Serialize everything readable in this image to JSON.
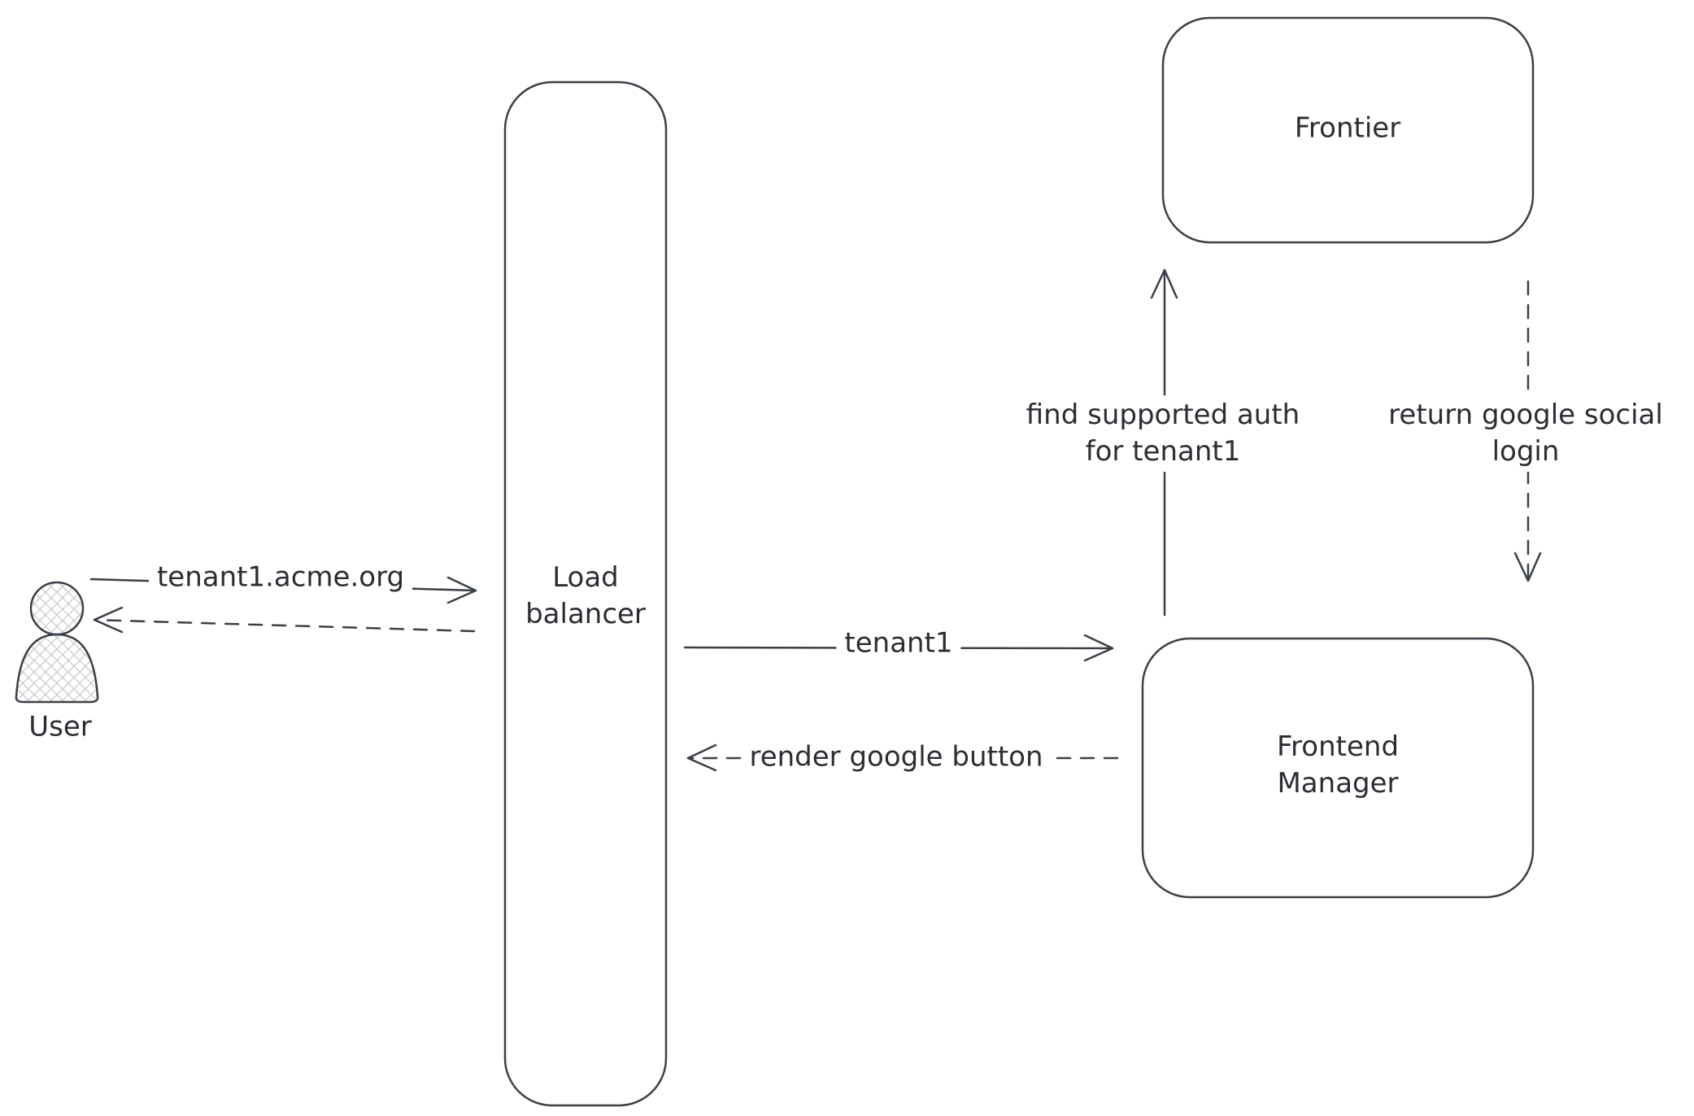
{
  "diagram": {
    "nodes": {
      "user": {
        "label": "User"
      },
      "load_balancer": {
        "line1": "Load",
        "line2": "balancer"
      },
      "frontier": {
        "label": "Frontier"
      },
      "frontend_manager": {
        "line1": "Frontend",
        "line2": "Manager"
      }
    },
    "edges": {
      "user_to_lb": {
        "from": "User",
        "to": "Load balancer",
        "label": "tenant1.acme.org",
        "style": "solid"
      },
      "lb_to_user": {
        "from": "Load balancer",
        "to": "User",
        "label": "",
        "style": "dashed"
      },
      "lb_to_fm": {
        "from": "Load balancer",
        "to": "Frontend Manager",
        "label": "tenant1",
        "style": "solid"
      },
      "fm_to_lb": {
        "from": "Frontend Manager",
        "to": "Load balancer",
        "label": "render google button",
        "style": "dashed"
      },
      "fm_to_frontier": {
        "from": "Frontend Manager",
        "to": "Frontier",
        "label_line1": "find supported auth",
        "label_line2": "for tenant1",
        "style": "solid"
      },
      "frontier_to_fm": {
        "from": "Frontier",
        "to": "Frontend Manager",
        "label_line1": "return google social",
        "label_line2": "login",
        "style": "dashed"
      }
    },
    "colors": {
      "stroke": "#3a4047",
      "text": "#2a2e33",
      "background": "#ffffff"
    }
  }
}
